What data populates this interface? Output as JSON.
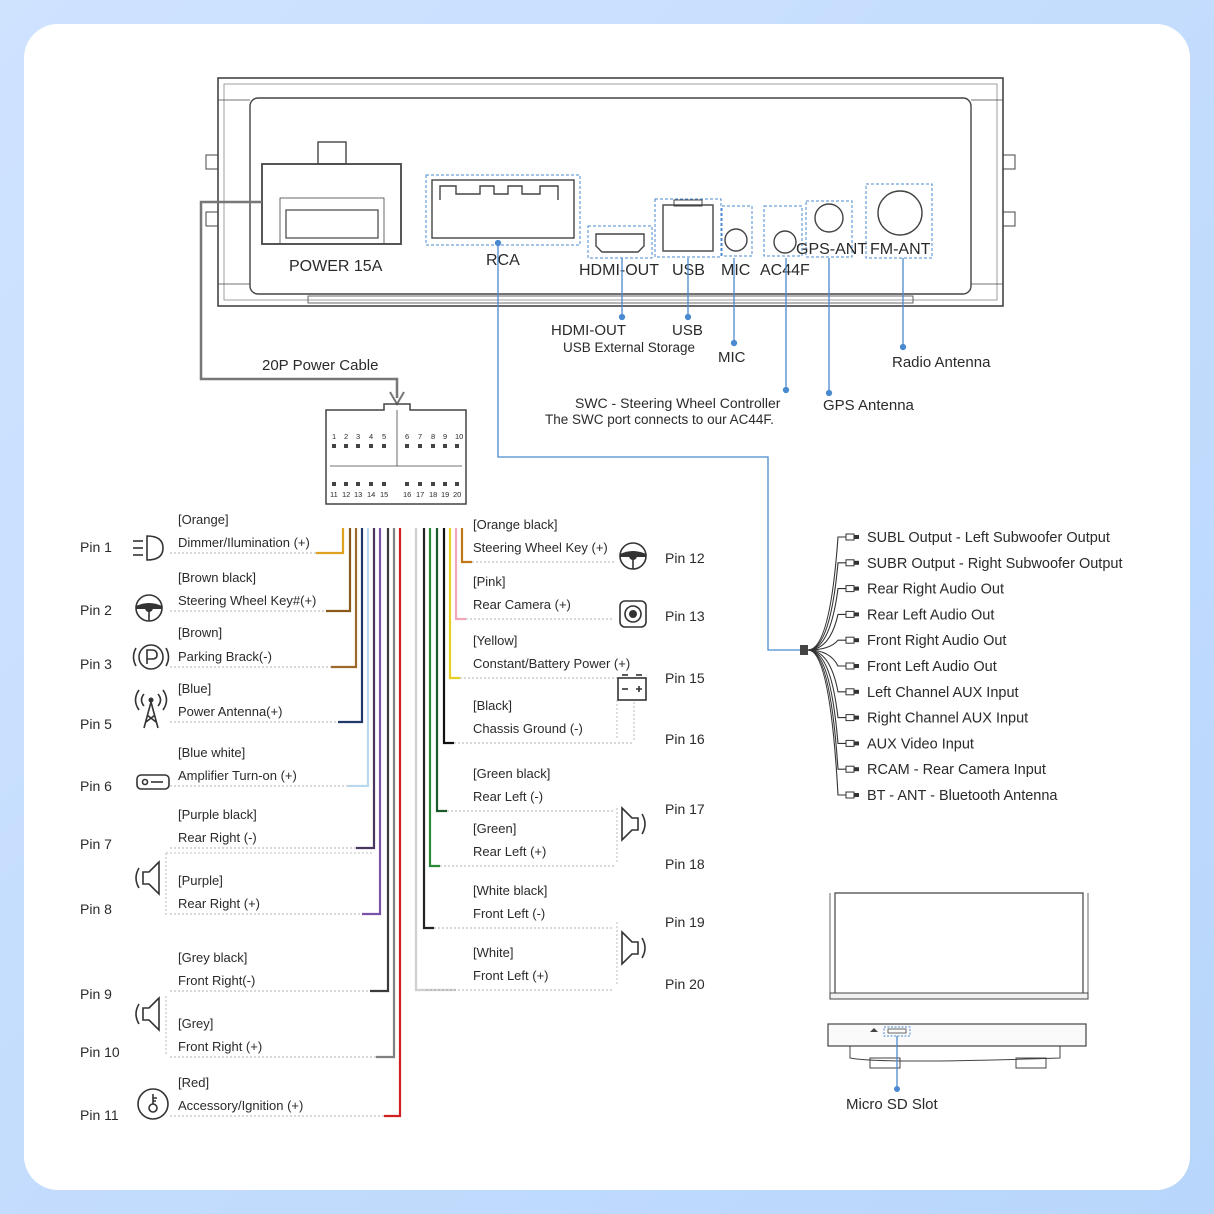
{
  "head_unit": {
    "ports": {
      "power": "POWER 15A",
      "rca": "RCA",
      "hdmi": "HDMI-OUT",
      "usb": "USB",
      "mic": "MIC",
      "ac44f": "AC44F",
      "gps": "GPS-ANT",
      "fm": "FM-ANT"
    },
    "captions": {
      "hdmi": "HDMI-OUT",
      "usb": "USB",
      "usb_sub": "USB External Storage",
      "mic": "MIC",
      "swc": "SWC - Steering Wheel Controller",
      "swc_sub": "The SWC port connects to our AC44F.",
      "gps": "GPS Antenna",
      "radio": "Radio Antenna",
      "power_cable": "20P Power Cable"
    }
  },
  "connector": {
    "top_numbers": [
      "1",
      "2",
      "3",
      "4",
      "5",
      "6",
      "7",
      "8",
      "9",
      "10"
    ],
    "bottom_numbers": [
      "11",
      "12",
      "13",
      "14",
      "15",
      "16",
      "17",
      "18",
      "19",
      "20"
    ]
  },
  "left_pins": [
    {
      "pin": "Pin 1",
      "color": "[Orange]",
      "func": "Dimmer/Ilumination (+)",
      "icon": "headlight-icon",
      "hex": "#e0a020"
    },
    {
      "pin": "Pin 2",
      "color": "[Brown black]",
      "func": "Steering Wheel Key#(+)",
      "icon": "steering-wheel-icon",
      "hex": "#8a5a1a"
    },
    {
      "pin": "Pin 3",
      "color": "[Brown]",
      "func": "Parking Brack(-)",
      "icon": "parking-brake-icon",
      "hex": "#9b6a2a"
    },
    {
      "pin": "Pin 5",
      "color": "[Blue]",
      "func": "Power Antenna(+)",
      "icon": "antenna-tower-icon",
      "hex": "#1e3a6a"
    },
    {
      "pin": "Pin 6",
      "color": "[Blue white]",
      "func": "Amplifier Turn-on (+)",
      "icon": "amplifier-icon",
      "hex": "#b8d8ee"
    },
    {
      "pin": "Pin 7",
      "color": "[Purple black]",
      "func": "Rear Right (-)",
      "icon": "speaker-icon",
      "hex": "#4a3460"
    },
    {
      "pin": "Pin 8",
      "color": "[Purple]",
      "func": "Rear Right (+)",
      "icon": "",
      "hex": "#7a52a8"
    },
    {
      "pin": "Pin 9",
      "color": "[Grey black]",
      "func": "Front Right(-)",
      "icon": "speaker-icon",
      "hex": "#3a3a3a"
    },
    {
      "pin": "Pin 10",
      "color": "[Grey]",
      "func": "Front Right (+)",
      "icon": "",
      "hex": "#808080"
    },
    {
      "pin": "Pin 11",
      "color": "[Red]",
      "func": "Accessory/Ignition (+)",
      "icon": "ignition-key-icon",
      "hex": "#d02020"
    }
  ],
  "right_pins": [
    {
      "pin": "Pin 12",
      "color": "[Orange black]",
      "func": "Steering Wheel Key (+)",
      "icon": "steering-wheel-icon",
      "hex": "#c07818"
    },
    {
      "pin": "Pin 13",
      "color": "[Pink]",
      "func": "Rear Camera (+)",
      "icon": "camera-icon",
      "hex": "#f0a8b8"
    },
    {
      "pin": "Pin 15",
      "color": "[Yellow]",
      "func": "Constant/Battery Power (+)",
      "icon": "battery-icon",
      "hex": "#e8d020"
    },
    {
      "pin": "Pin 16",
      "color": "[Black]",
      "func": "Chassis Ground (-)",
      "icon": "",
      "hex": "#111111"
    },
    {
      "pin": "Pin 17",
      "color": "[Green black]",
      "func": "Rear Left (-)",
      "icon": "speaker-icon",
      "hex": "#1a5a2a"
    },
    {
      "pin": "Pin 18",
      "color": "[Green]",
      "func": "Rear Left (+)",
      "icon": "",
      "hex": "#2a8a3a"
    },
    {
      "pin": "Pin 19",
      "color": "[White black]",
      "func": "Front Left (-)",
      "icon": "speaker-icon",
      "hex": "#222222"
    },
    {
      "pin": "Pin 20",
      "color": "[White]",
      "func": "Front Left (+)",
      "icon": "",
      "hex": "#e4e4e4"
    }
  ],
  "rca_outputs": [
    "SUBL Output - Left Subwoofer Output",
    "SUBR Output - Right Subwoofer Output",
    "Rear Right Audio Out",
    "Rear Left Audio Out",
    "Front Right Audio Out",
    "Front Left Audio Out",
    "Left Channel AUX Input",
    "Right Channel AUX Input",
    "AUX Video Input",
    "RCAM - Rear Camera Input",
    "BT - ANT - Bluetooth Antenna"
  ],
  "sd": {
    "label": "Micro SD Slot"
  },
  "colors": {
    "wire_blue": "#4a8ad0",
    "grey_wire": "#777777",
    "dot": "#555555"
  }
}
